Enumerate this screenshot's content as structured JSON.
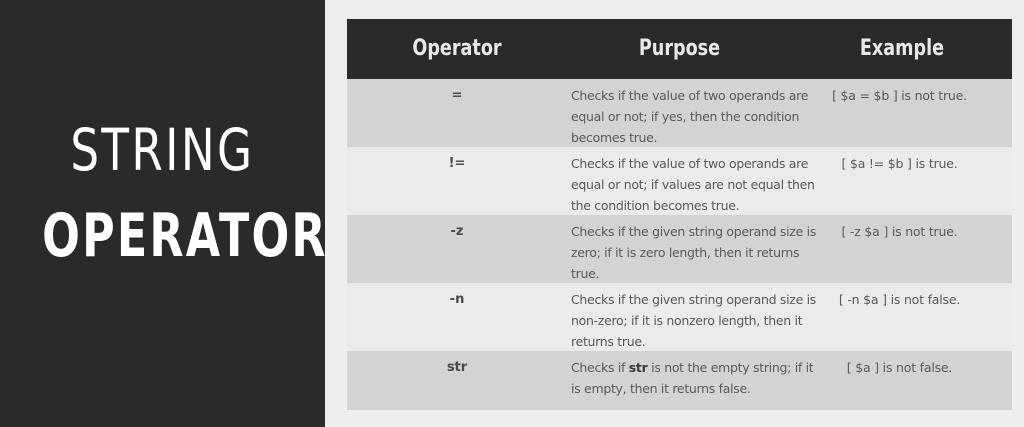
{
  "title": {
    "line1": "STRING",
    "line2": "OPERATORS"
  },
  "table": {
    "headers": [
      "Operator",
      "Purpose",
      "Example"
    ],
    "rows": [
      {
        "operator": "=",
        "purpose": "Checks if the value of two operands are equal or not; if yes, then the condition becomes true.",
        "example": "[ $a = $b ] is not true."
      },
      {
        "operator": "!=",
        "purpose": "Checks if the value of two operands are equal or not; if values are not equal then the condition becomes true.",
        "example": "[ $a != $b ] is true."
      },
      {
        "operator": "-z",
        "purpose": "Checks if the given string operand size is zero; if it is zero length, then it returns true.",
        "example": "[ -z $a ] is not true."
      },
      {
        "operator": "-n",
        "purpose": "Checks if the given string operand size is non-zero; if it is nonzero length, then it returns true.",
        "example": "[ -n $a ] is not false."
      },
      {
        "operator": "str",
        "purpose_before": "Checks if ",
        "purpose_bold": "str",
        "purpose_after": " is not the empty string; if it is empty, then it returns false.",
        "example": "[ $a ] is not false."
      }
    ]
  },
  "colors": {
    "dark_panel": "#2b2a2a",
    "row_odd": "#d3d3d3",
    "row_even": "#ebebeb",
    "header_text": "#e8e8e8"
  }
}
